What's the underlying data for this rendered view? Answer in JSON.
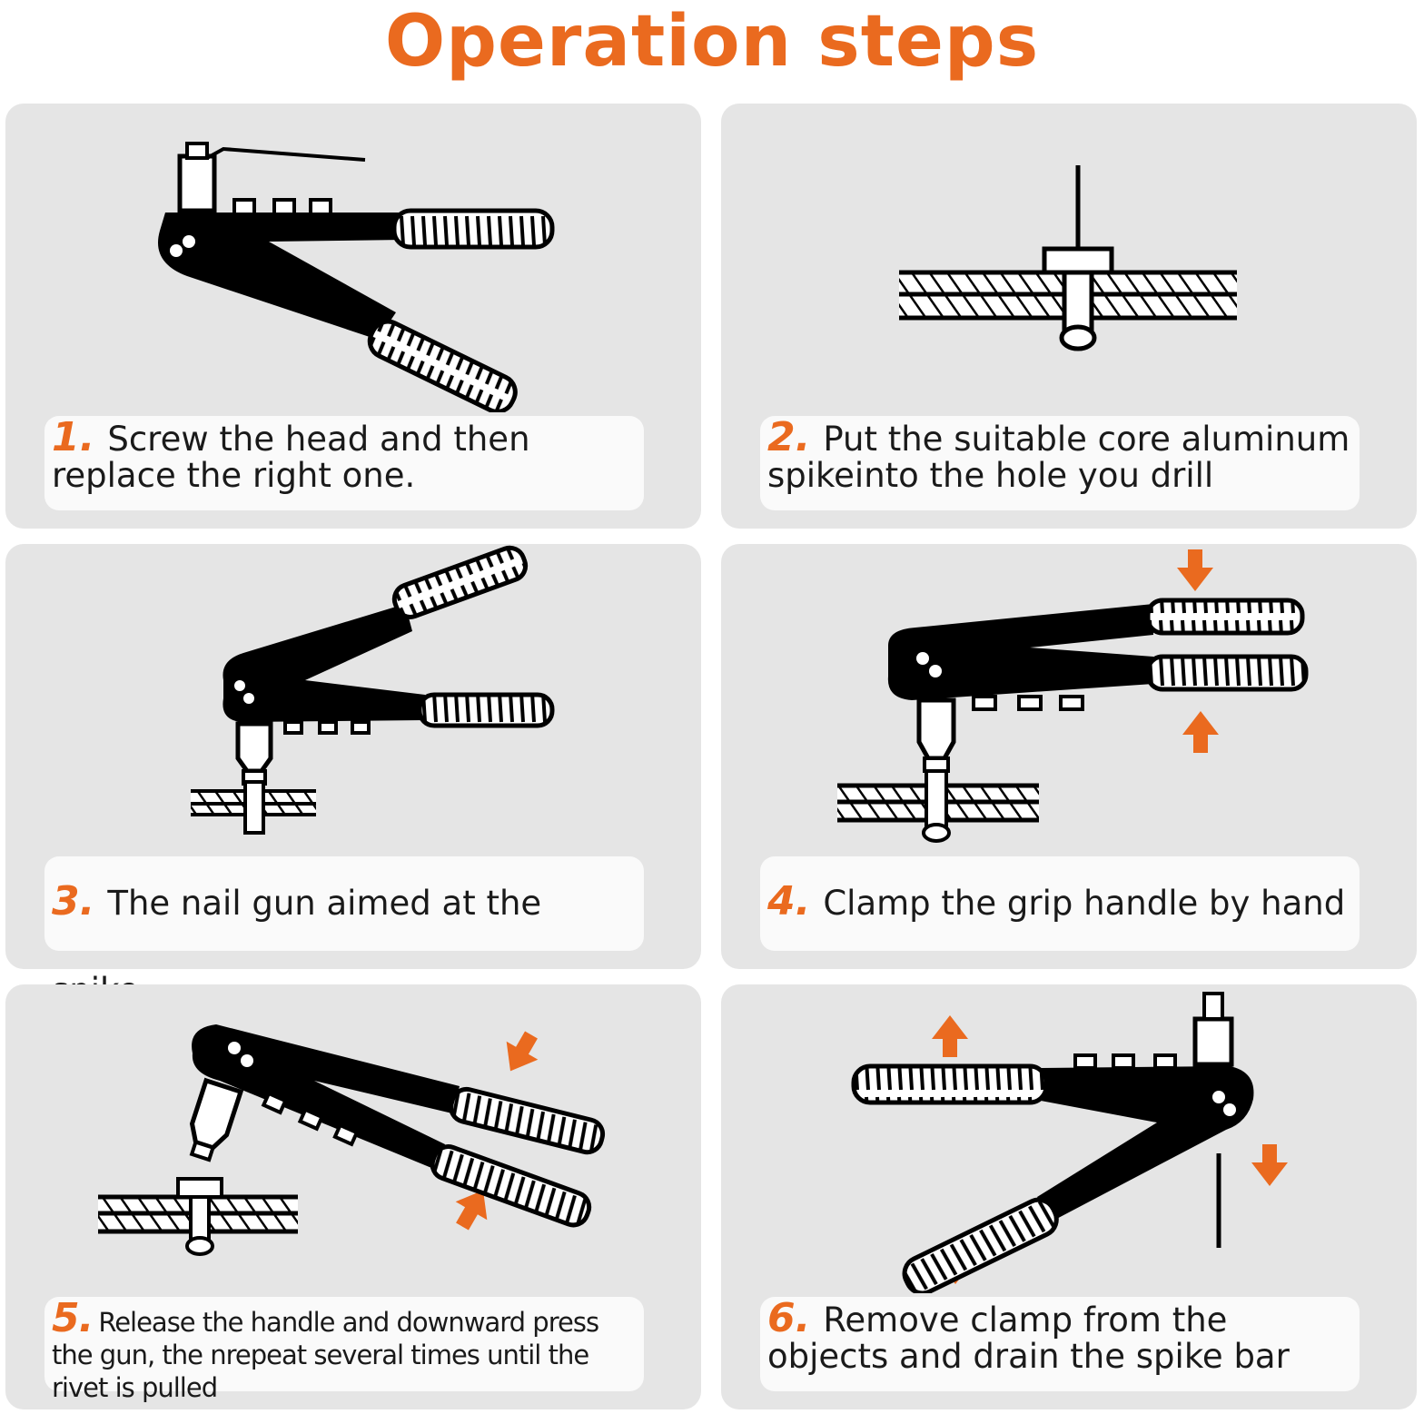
{
  "title": "Operation steps",
  "colors": {
    "accent": "#ea6a1f",
    "card": "#e5e5e5",
    "caption_bg": "#fafafa",
    "tool": "#000000"
  },
  "steps": [
    {
      "number": "1.",
      "text": "Screw the head and then replace the right one."
    },
    {
      "number": "2.",
      "text": "Put the suitable core aluminum spikeinto the hole you drill"
    },
    {
      "number": "3.",
      "text": "The nail gun aimed at the spike"
    },
    {
      "number": "4.",
      "text": "Clamp the grip handle by hand"
    },
    {
      "number": "5.",
      "text": "Release the handle and downward press the gun, the nrepeat several times until the rivet is pulled"
    },
    {
      "number": "6.",
      "text": "Remove clamp from the objects and drain the spike bar"
    }
  ],
  "icons": [
    "rivet-gun-icon",
    "rivet-in-hole-icon",
    "arrow-icon"
  ]
}
